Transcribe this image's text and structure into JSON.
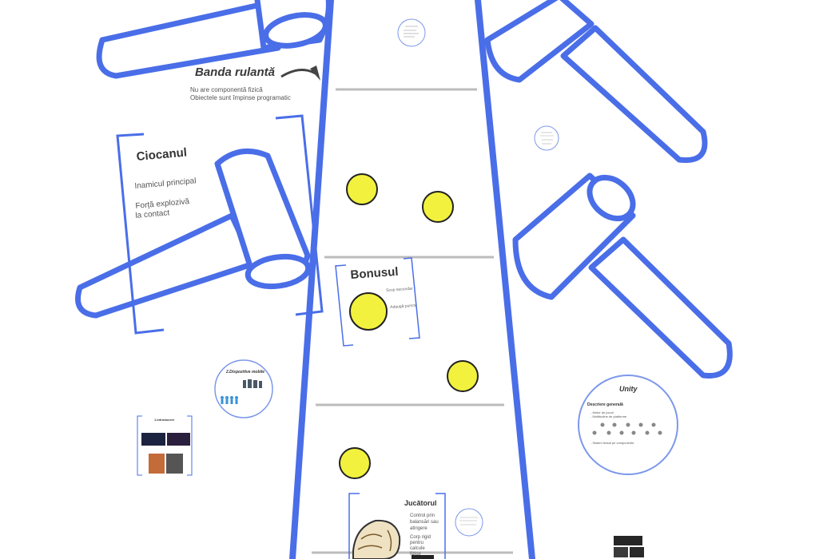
{
  "banda": {
    "title": "Banda rulantă",
    "line1": "Nu are componentă fizică",
    "line2": "Obiectele sunt împinse programatic"
  },
  "ciocanul": {
    "title": "Ciocanul",
    "line1": "Inamicul principal",
    "line2": "Forță explozivă",
    "line3": "la contact"
  },
  "bonusul": {
    "title": "Bonusul",
    "line1": "Scop secundar",
    "line2": "Adaugă puncte"
  },
  "jucatorul": {
    "title": "Jucătorul",
    "lines": [
      "Control prin",
      "balansări sau",
      "atingere",
      "Corp rigid",
      "pentru",
      "calcule",
      "fizice"
    ]
  },
  "unity": {
    "title": "Unity",
    "heading": "Descriere generală",
    "line1": "- Motor de jocuri",
    "line2": "- Multitudine de platforme",
    "line3": "- Sistem fizical pe componente"
  },
  "dispozitive": {
    "title": "2.Dispozitive mobile"
  },
  "introducere": {
    "title": "1.Introducere"
  },
  "colors": {
    "blue": "#4a6ee8",
    "coin": "#f2f23e",
    "divider": "#bcbcbc"
  }
}
